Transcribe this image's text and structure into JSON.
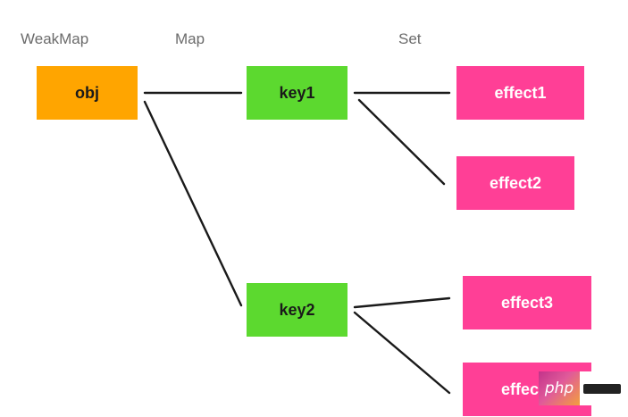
{
  "labels": {
    "weakmap": "WeakMap",
    "map": "Map",
    "set": "Set"
  },
  "nodes": {
    "obj": "obj",
    "key1": "key1",
    "key2": "key2",
    "effect1": "effect1",
    "effect2": "effect2",
    "effect3": "effect3",
    "effect4": "effect4"
  },
  "colors": {
    "map_node": "#ffa500",
    "key_node": "#5cd92f",
    "effect_node": "#ff3f96"
  },
  "watermark": {
    "text": "php"
  }
}
